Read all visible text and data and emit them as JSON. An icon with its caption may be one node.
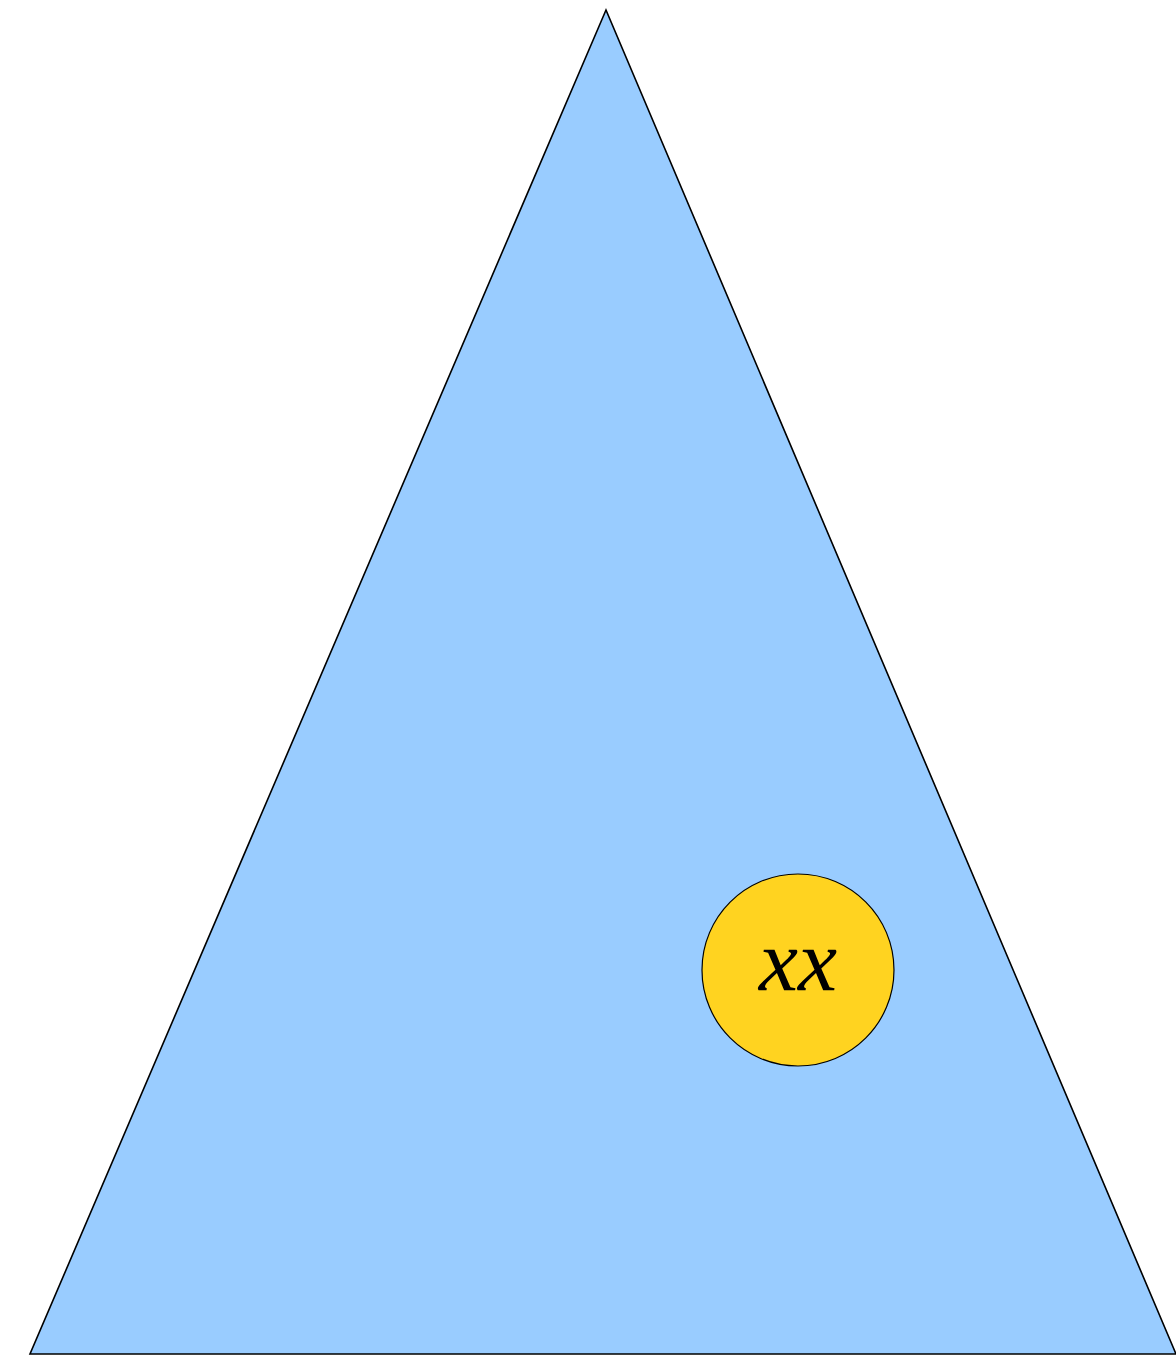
{
  "diagram": {
    "nodes": [
      {
        "text": [],
        "shape": "triangle"
      },
      {
        "text": [
          "xx"
        ],
        "in": 0
      }
    ]
  }
}
